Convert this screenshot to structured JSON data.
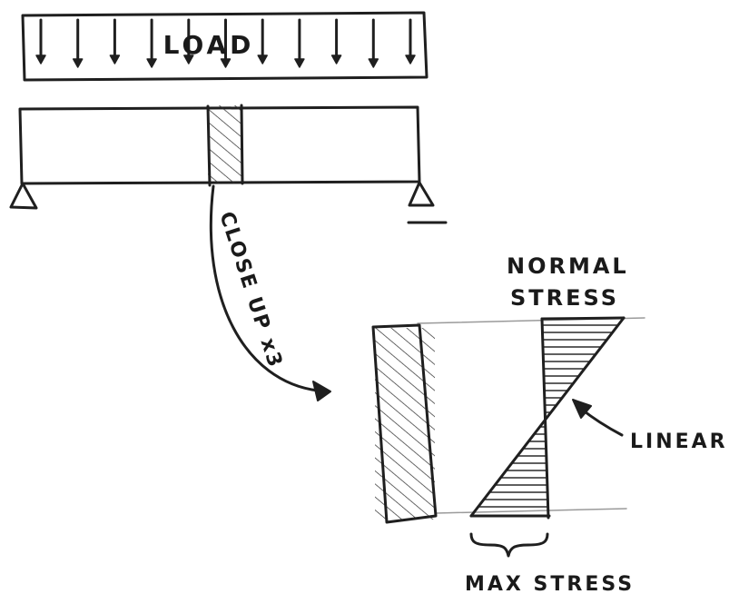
{
  "labels": {
    "load": "LOAD",
    "close_up": "CLOSE UP x3",
    "normal_stress_line1": "NORMAL",
    "normal_stress_line2": "STRESS",
    "linear": "LINEAR",
    "max_stress": "MAX STRESS"
  },
  "colors": {
    "ink": "#1f1f1f",
    "faint_line": "#9a9a9a",
    "paper": "#ffffff"
  },
  "load_arrow_count": 11
}
